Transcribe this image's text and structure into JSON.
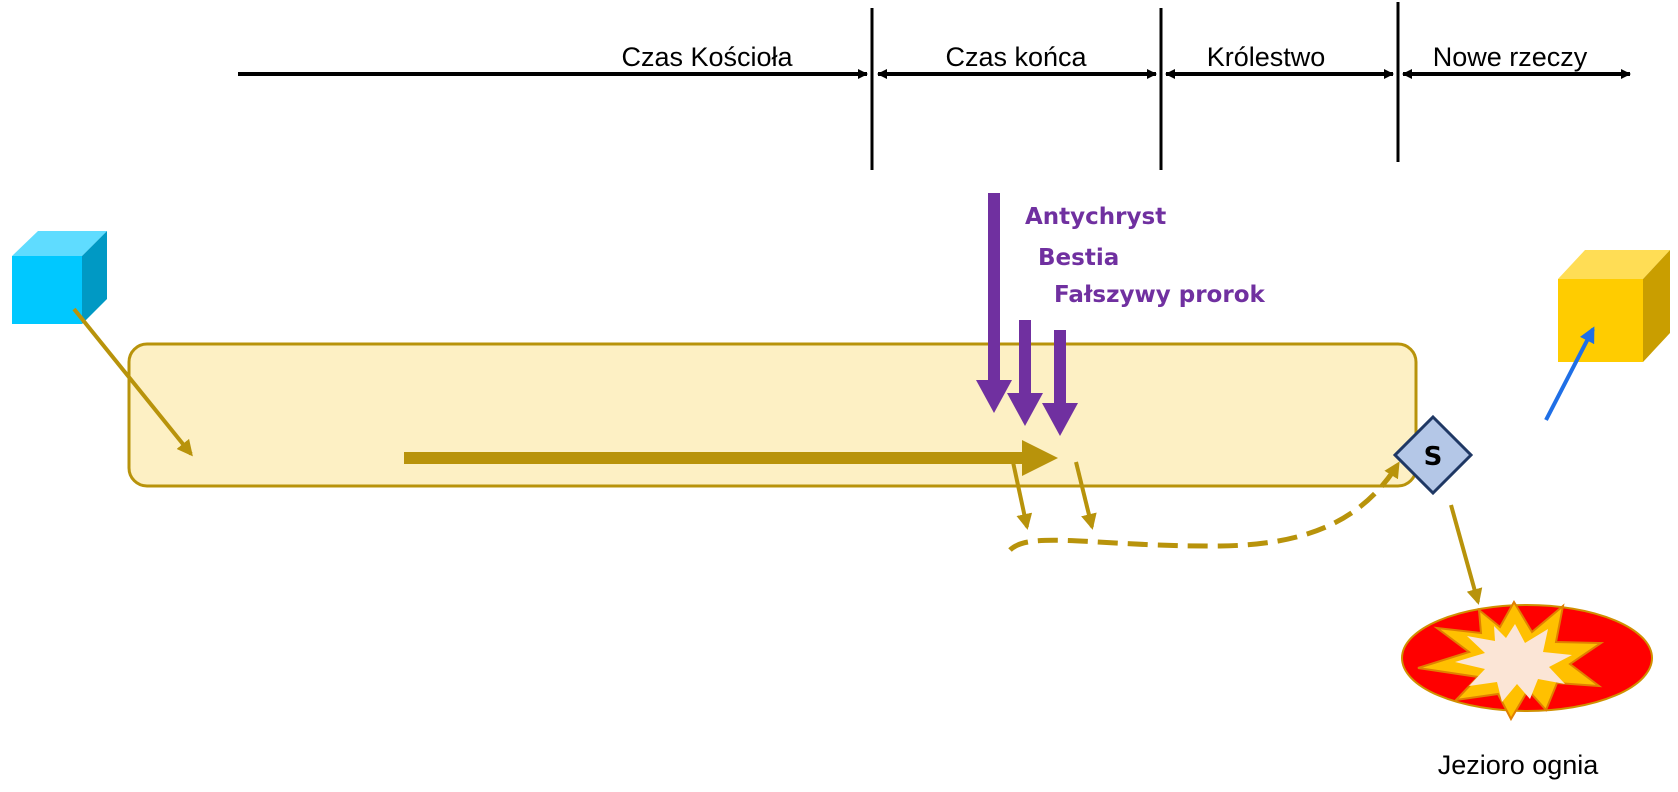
{
  "timeline": {
    "eras": [
      {
        "label": "Czas Kościoła"
      },
      {
        "label": "Czas końca"
      },
      {
        "label": "Królestwo"
      },
      {
        "label": "Nowe rzeczy"
      }
    ]
  },
  "villains": [
    {
      "label": "Antychryst"
    },
    {
      "label": "Bestia"
    },
    {
      "label": "Fałszywy prorok"
    }
  ],
  "satan": {
    "letter": "S"
  },
  "lake": {
    "label": "Jezioro ognia"
  },
  "colors": {
    "timeline": "#000000",
    "purple": "#7030a0",
    "gold": "#b8930b",
    "band_fill": "#fdf0c4",
    "band_stroke": "#b8930b",
    "left_cube": "#00c8ff",
    "right_cube": "#ffcc00",
    "blue_arrow": "#1f6fe6",
    "diamond": "#b4c7e7",
    "lake_red": "#ff0000",
    "burst_orange": "#ffc000",
    "burst_center": "#fbe5d6"
  }
}
